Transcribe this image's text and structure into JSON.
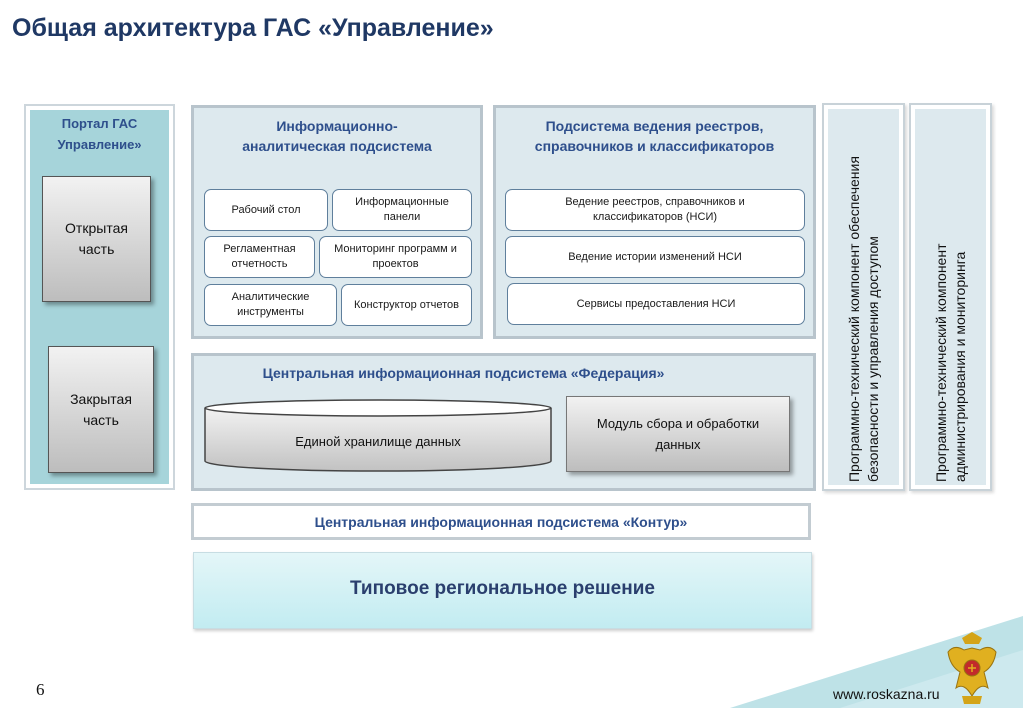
{
  "title": "Общая архитектура ГАС «Управление»",
  "portal": {
    "heading": "Портал ГАС Управление»",
    "open": "Открытая часть",
    "closed": "Закрытая часть"
  },
  "analytics": {
    "heading": "Информационно- аналитическая подсистема",
    "items": [
      "Рабочий стол",
      "Информационные панели",
      "Регламентная отчетность",
      "Мониторинг программ и проектов",
      "Аналитические инструменты",
      "Конструктор отчетов"
    ]
  },
  "registry": {
    "heading": "Подсистема ведения реестров, справочников и классификаторов",
    "items": [
      "Ведение реестров, справочников и классификаторов (НСИ)",
      "Ведение истории изменений НСИ",
      "Сервисы предоставления НСИ"
    ]
  },
  "federation": {
    "heading": "Центральная информационная подсистема «Федерация»",
    "storage": "Единой хранилище данных",
    "module": "Модуль сбора и обработки данных"
  },
  "kontur": "Центральная информационная подсистема «Контур»",
  "regional": "Типовое региональное решение",
  "security": "Программно-технический компонент обеспечения безопасности и управления доступом",
  "admin": "Программно-технический компонент администрирования и мониторинга",
  "page_number": "6",
  "site": "www.roskazna.ru",
  "colors": {
    "title": "#1f3864",
    "heading": "#2e4f8c",
    "panel": "#dde9ee",
    "portal": "#a6d4da"
  }
}
